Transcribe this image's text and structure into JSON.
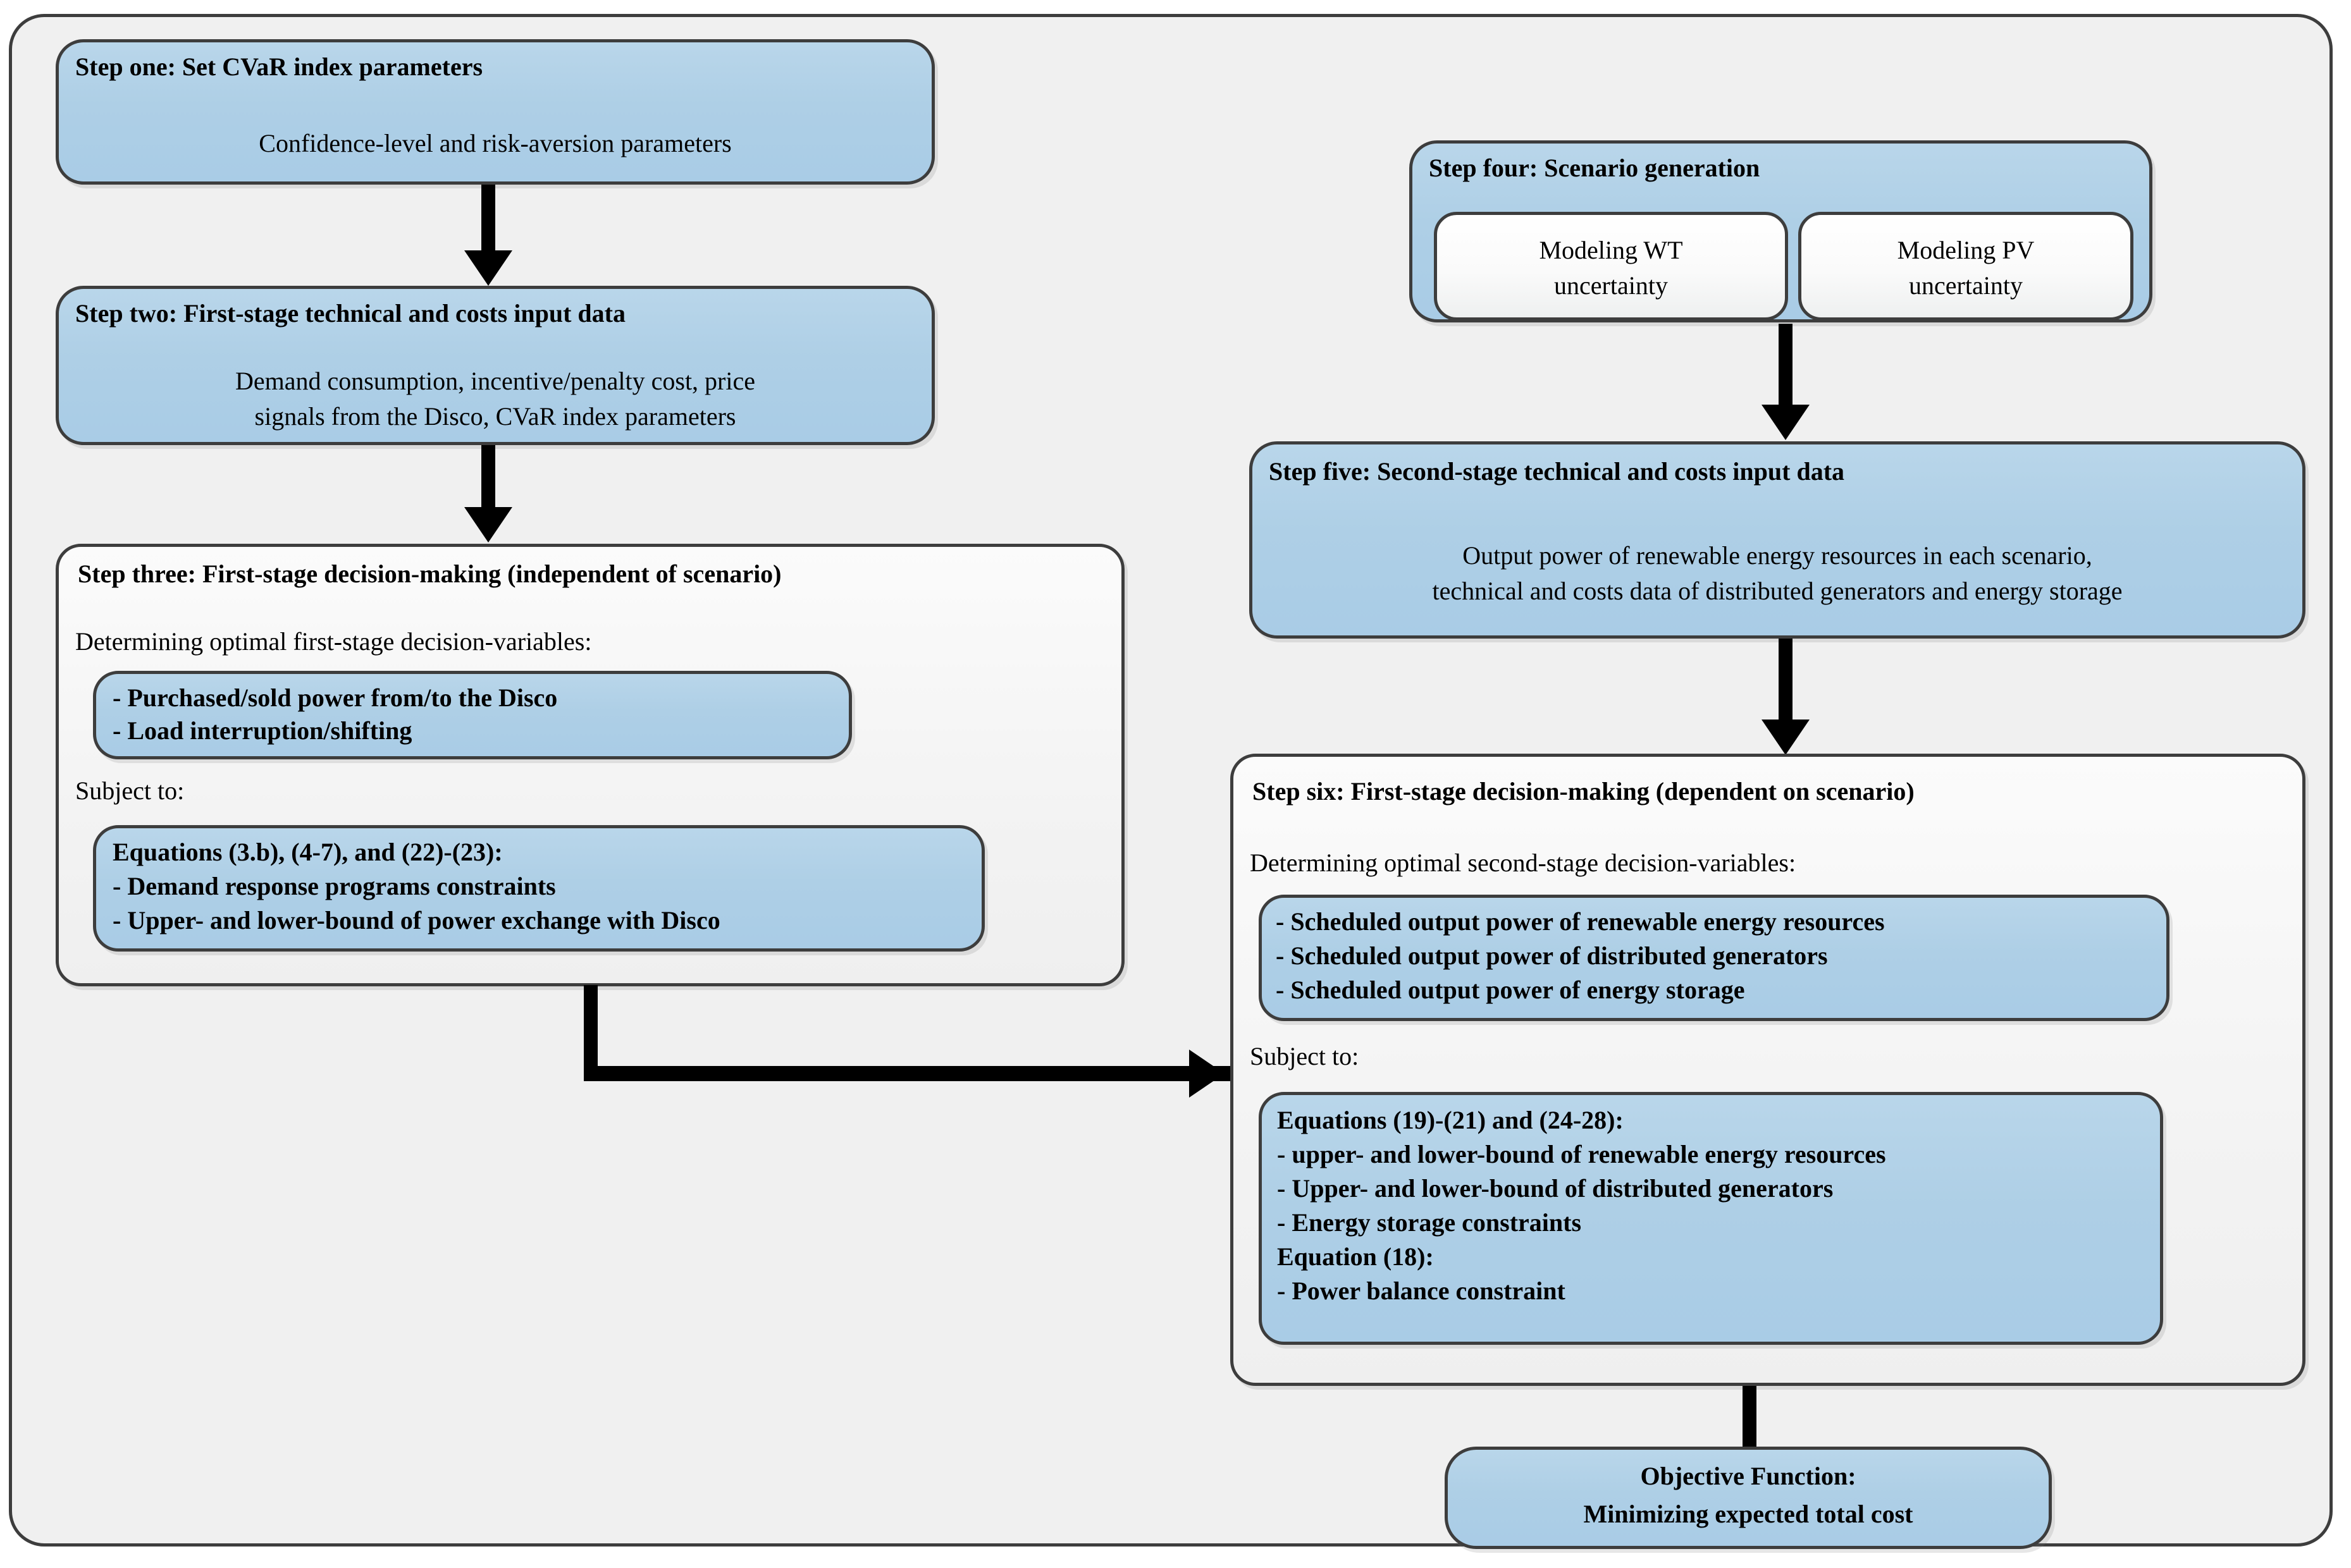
{
  "diagram": {
    "title": "Two-stage stochastic CVaR scheduling flowchart",
    "accent_blue": "#aecfe6",
    "border_color": "#3d3d3d",
    "background": "#f0f0f0"
  },
  "step_one": {
    "heading": "Step one: Set CVaR index parameters",
    "body": "Confidence-level and risk-aversion parameters"
  },
  "step_two": {
    "heading": "Step two: First-stage technical and costs input data",
    "body_line1": "Demand consumption, incentive/penalty cost, price",
    "body_line2": "signals from the Disco, CVaR index parameters"
  },
  "step_three": {
    "heading": "Step three: First-stage decision-making (independent of scenario)",
    "determining": "Determining optimal first-stage decision-variables:",
    "variables": [
      "- Purchased/sold power from/to the Disco",
      "- Load interruption/shifting"
    ],
    "subject_to": "Subject to:",
    "constraints_title": "Equations (3.b), (4-7), and (22)-(23):",
    "constraints": [
      "- Demand response programs constraints",
      "- Upper- and lower-bound of power exchange with Disco"
    ]
  },
  "step_four": {
    "heading": "Step four: Scenario generation",
    "sub_boxes": [
      {
        "line1": "Modeling WT",
        "line2": "uncertainty"
      },
      {
        "line1": "Modeling PV",
        "line2": "uncertainty"
      }
    ]
  },
  "step_five": {
    "heading": "Step five: Second-stage technical and costs input data",
    "body_line1": "Output power of renewable energy resources in each scenario,",
    "body_line2": "technical and costs data of distributed generators and energy storage"
  },
  "step_six": {
    "heading": "Step six: First-stage decision-making (dependent on scenario)",
    "determining": "Determining optimal second-stage decision-variables:",
    "variables": [
      "- Scheduled output power of renewable energy resources",
      "- Scheduled output power of distributed generators",
      "- Scheduled output power of energy storage"
    ],
    "subject_to": "Subject to:",
    "constraints_title_1": "Equations (19)-(21) and (24-28):",
    "constraints_1": [
      "- upper- and lower-bound of renewable energy resources",
      "- Upper- and lower-bound of distributed generators",
      "- Energy storage constraints"
    ],
    "constraints_title_2": "Equation (18):",
    "constraints_2": [
      "- Power balance constraint"
    ]
  },
  "objective": {
    "line1": "Objective Function:",
    "line2": "Minimizing expected total cost"
  }
}
